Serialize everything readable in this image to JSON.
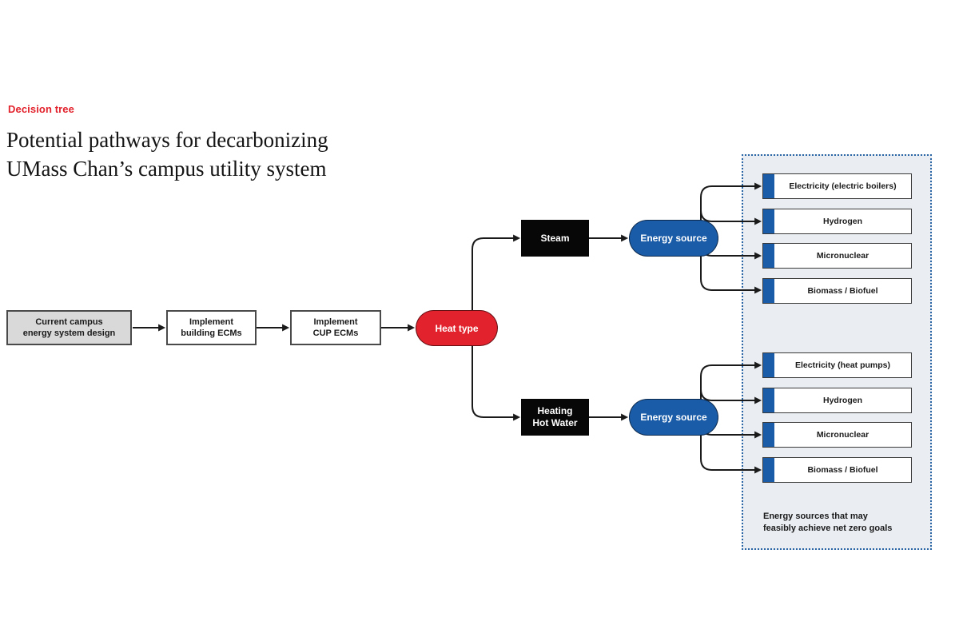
{
  "header": {
    "eyebrow": "Decision tree",
    "title_line1": "Potential pathways for decarbonizing",
    "title_line2": "UMass Chan’s campus utility system"
  },
  "colors": {
    "accent_red": "#E2222C",
    "accent_blue": "#1B5CA8",
    "panel_bg": "#EAEEF3",
    "panel_border": "#2A66A5",
    "node_gray": "#D9D9D9",
    "node_black": "#070707",
    "line": "#1A1A1A"
  },
  "diagram": {
    "nodes": {
      "current_campus": {
        "line1": "Current campus",
        "line2": "energy system design"
      },
      "building_ecms": {
        "line1": "Implement",
        "line2": "building ECMs"
      },
      "cup_ecms": {
        "line1": "Implement",
        "line2": "CUP ECMs"
      },
      "heat_type": {
        "label": "Heat type"
      },
      "steam": {
        "label": "Steam"
      },
      "heating_hot_water": {
        "line1": "Heating",
        "line2": "Hot Water"
      },
      "energy_source_steam": {
        "label": "Energy source"
      },
      "energy_source_hot_water": {
        "label": "Energy source"
      }
    },
    "panel": {
      "steam_options": [
        "Electricity (electric boilers)",
        "Hydrogen",
        "Micronuclear",
        "Biomass / Biofuel"
      ],
      "hot_water_options": [
        "Electricity (heat pumps)",
        "Hydrogen",
        "Micronuclear",
        "Biomass / Biofuel"
      ],
      "caption_line1": "Energy sources that may",
      "caption_line2": "feasibly achieve net zero goals"
    }
  }
}
